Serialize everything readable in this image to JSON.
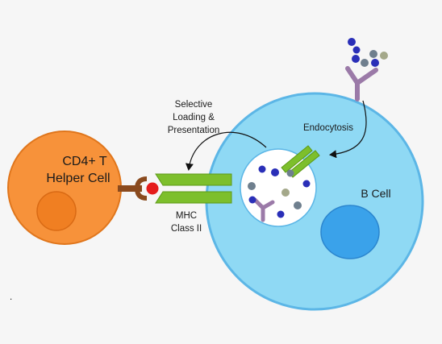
{
  "diagram": {
    "labels": {
      "t_cell_line1": "CD4+ T",
      "t_cell_line2": "Helper Cell",
      "selective_line1": "Selective",
      "selective_line2": "Loading &",
      "selective_line3": "Presentation",
      "endocytosis": "Endocytosis",
      "mhc_line1": "MHC",
      "mhc_line2": "Class II",
      "b_cell": "B Cell",
      "stray_mark": "."
    },
    "colors": {
      "background": "#f6f6f6",
      "t_cell_fill": "#f7923a",
      "t_cell_stroke": "#e0761c",
      "b_cell_fill": "#8fd9f4",
      "b_cell_stroke": "#5cb6e6",
      "b_nucleus_fill": "#3aa2ea",
      "mhc_green": "#7dbf2c",
      "antibody_purple": "#9b7aa8",
      "antigen_blue": "#2a2fb8",
      "antigen_gray": "#6f7f8e",
      "antigen_olive": "#a4a88a",
      "tcr_brown": "#8a4a1e",
      "peptide_red": "#e51c1c"
    }
  }
}
